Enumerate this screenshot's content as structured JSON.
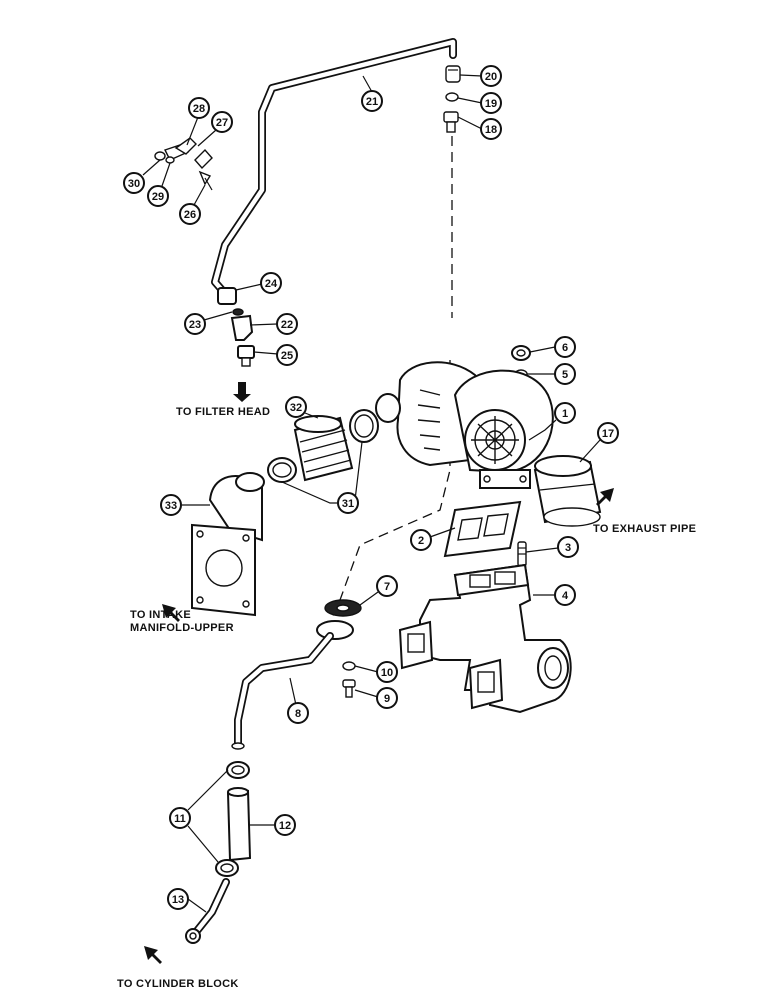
{
  "destinations": {
    "filter_head": "TO FILTER HEAD",
    "exhaust_pipe": "TO EXHAUST PIPE",
    "intake_line1": "TO INTAKE",
    "intake_line2": "MANIFOLD-UPPER",
    "cylinder_block": "TO CYLINDER BLOCK"
  },
  "callouts": {
    "c1": "1",
    "c2": "2",
    "c3": "3",
    "c4": "4",
    "c5": "5",
    "c6": "6",
    "c7": "7",
    "c8": "8",
    "c9": "9",
    "c10": "10",
    "c11": "11",
    "c12": "12",
    "c13": "13",
    "c17": "17",
    "c18": "18",
    "c19": "19",
    "c20": "20",
    "c21": "21",
    "c22": "22",
    "c23": "23",
    "c24": "24",
    "c25": "25",
    "c26": "26",
    "c27": "27",
    "c28": "28",
    "c29": "29",
    "c30": "30",
    "c31": "31",
    "c32": "32",
    "c33": "33"
  }
}
